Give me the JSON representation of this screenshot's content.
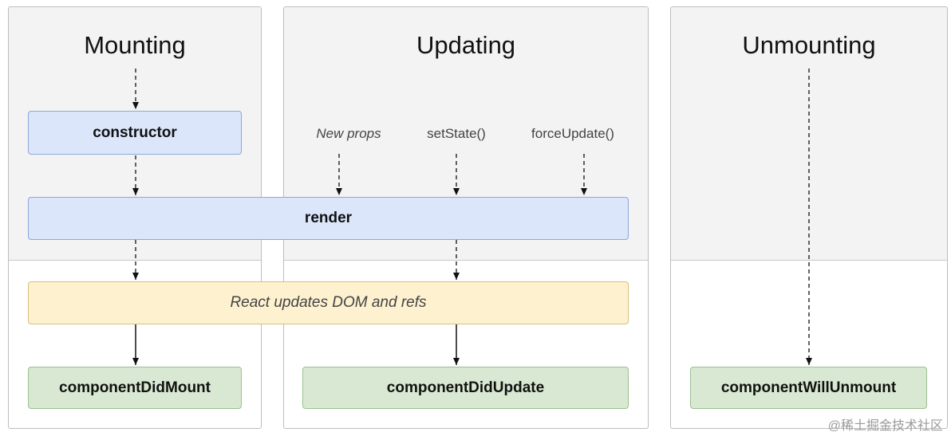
{
  "phases": {
    "mounting": "Mounting",
    "updating": "Updating",
    "unmounting": "Unmounting"
  },
  "methods": {
    "constructor": "constructor",
    "render": "render",
    "dom_update": "React updates DOM and refs",
    "did_mount": "componentDidMount",
    "did_update": "componentDidUpdate",
    "will_unmount": "componentWillUnmount"
  },
  "triggers": {
    "new_props": "New props",
    "set_state": "setState()",
    "force_update": "forceUpdate()"
  },
  "watermark": "@稀土掘金技术社区",
  "colors": {
    "render_phase_bg": "#f3f3f3",
    "blue_box": "#dbe6fb",
    "yellow_box": "#fdf1cf",
    "green_box": "#d8e8d2"
  }
}
